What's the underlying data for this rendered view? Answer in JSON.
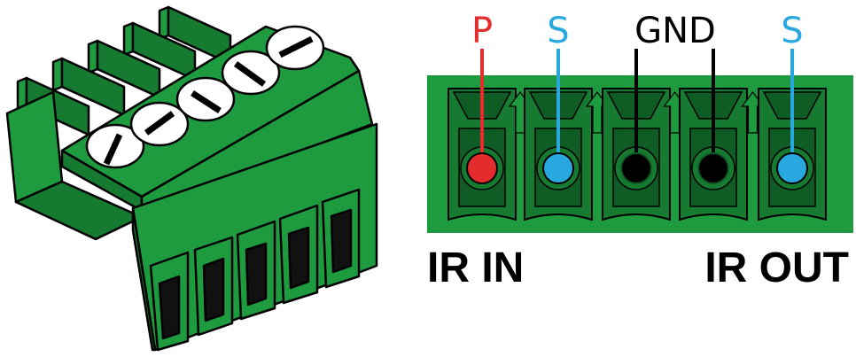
{
  "pin_labels": {
    "p": "P",
    "s1": "S",
    "gnd": "GND",
    "s2": "S"
  },
  "io_labels": {
    "in": "IR IN",
    "out": "IR OUT"
  },
  "colors": {
    "green": "#1f9b3f",
    "green_dark": "#167a31",
    "green_deep": "#0f5c25",
    "red": "#e32d2d",
    "blue": "#29a8e0",
    "black": "#000000"
  }
}
